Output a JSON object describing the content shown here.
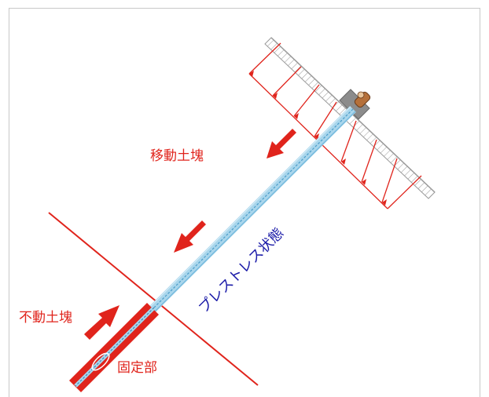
{
  "labels": {
    "moving_soil": "移動土塊",
    "fixed_soil": "不動土塊",
    "anchor_zone": "固定部",
    "prestress_state": "プレストレス状態"
  },
  "colors": {
    "red": "#e0241c",
    "blue_text": "#1a1aa8",
    "tendon": "#a9d6ec",
    "slope_gray": "#9a9a9a"
  }
}
